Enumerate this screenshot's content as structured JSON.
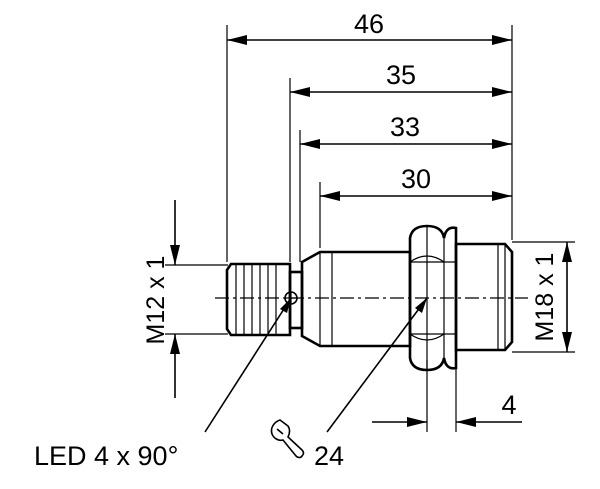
{
  "dimensions": {
    "length_46": "46",
    "length_35": "35",
    "length_33": "33",
    "length_30": "30",
    "nut_width_4": "4"
  },
  "threads": {
    "connector": "M12 x 1",
    "housing": "M18 x 1"
  },
  "callouts": {
    "led": "LED 4 x 90°",
    "wrench_size": "24"
  },
  "icons": {
    "wrench": "wrench-icon"
  }
}
